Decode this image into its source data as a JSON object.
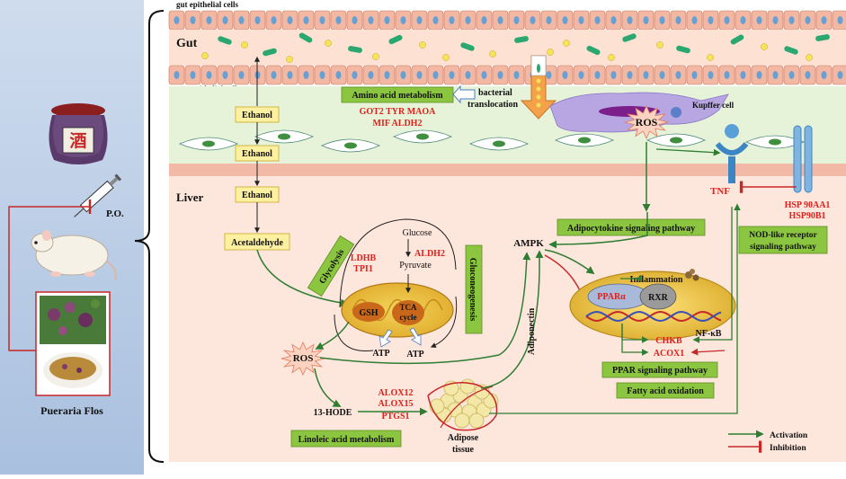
{
  "labels": {
    "gut_cells_top": "gut epithelial cells",
    "gut": "Gut",
    "gut_cells_bottom": "gut epithelial cells",
    "liver": "Liver",
    "ethanol": "Ethanol",
    "acetaldehyde": "Acetaldehyde",
    "amino_acid_metabolism": "Amino acid metabolism",
    "bacterial": "bacterial",
    "translocation": "translocation",
    "kupffer_cell": "Kupffer cell",
    "ros": "ROS",
    "tnf": "TNF",
    "hsp90aa1": "HSP 90AA1",
    "hsp90b1": "HSP90B1",
    "nod_line1": "NOD-like receptor",
    "nod_line2": "signaling pathway",
    "adipocytokine": "Adipocytokine signaling pathway",
    "ampk": "AMPK",
    "inflammation": "Inflammation",
    "ppar_alpha": "PPARα",
    "rxr": "RXR",
    "nfkb": "NF-κB",
    "chkb": "CHKB",
    "acox1": "ACOX1",
    "ppar_pathway": "PPAR signaling pathway",
    "fatty_acid_oxidation": "Fatty acid oxidation",
    "adiponectin": "Adiponectin",
    "glucose": "Glucose",
    "pyruvate": "Pyruvate",
    "glycolysis": "Glycolysis",
    "gluconeogenesis": "Gluconeogenesis",
    "gsh": "GSH",
    "tca1": "TCA",
    "tca2": "cycle",
    "atp": "ATP",
    "hode": "13-HODE",
    "alox12": "ALOX12",
    "alox15": "ALOX15",
    "ptgs1": "PTGS1",
    "adipose1": "Adipose",
    "adipose2": "tissue",
    "linoleic": "Linoleic acid metabolism",
    "po": "P.O.",
    "pueraria": "Pueraria Flos",
    "jar_char": "酒",
    "activation": "Activation",
    "inhibition": "Inhibition"
  },
  "gene_groups": {
    "amino_line1": "GOT2 TYR MAOA",
    "amino_line2": "MIF ALDH2",
    "glycolysis_line1": "LDHB",
    "glycolysis_line2": "TPI1",
    "aldh2": "ALDH2"
  },
  "colors": {
    "activation": "#2e7d32",
    "inhibition": "#c62828",
    "gene_text": "#e0201b",
    "pathway_box": "#8cc640",
    "ethanol_box": "#fdf0a0",
    "gut_band": "#f3b9a7",
    "liver_bg": "#fde6dc",
    "left_panel": "#b8cde6"
  }
}
